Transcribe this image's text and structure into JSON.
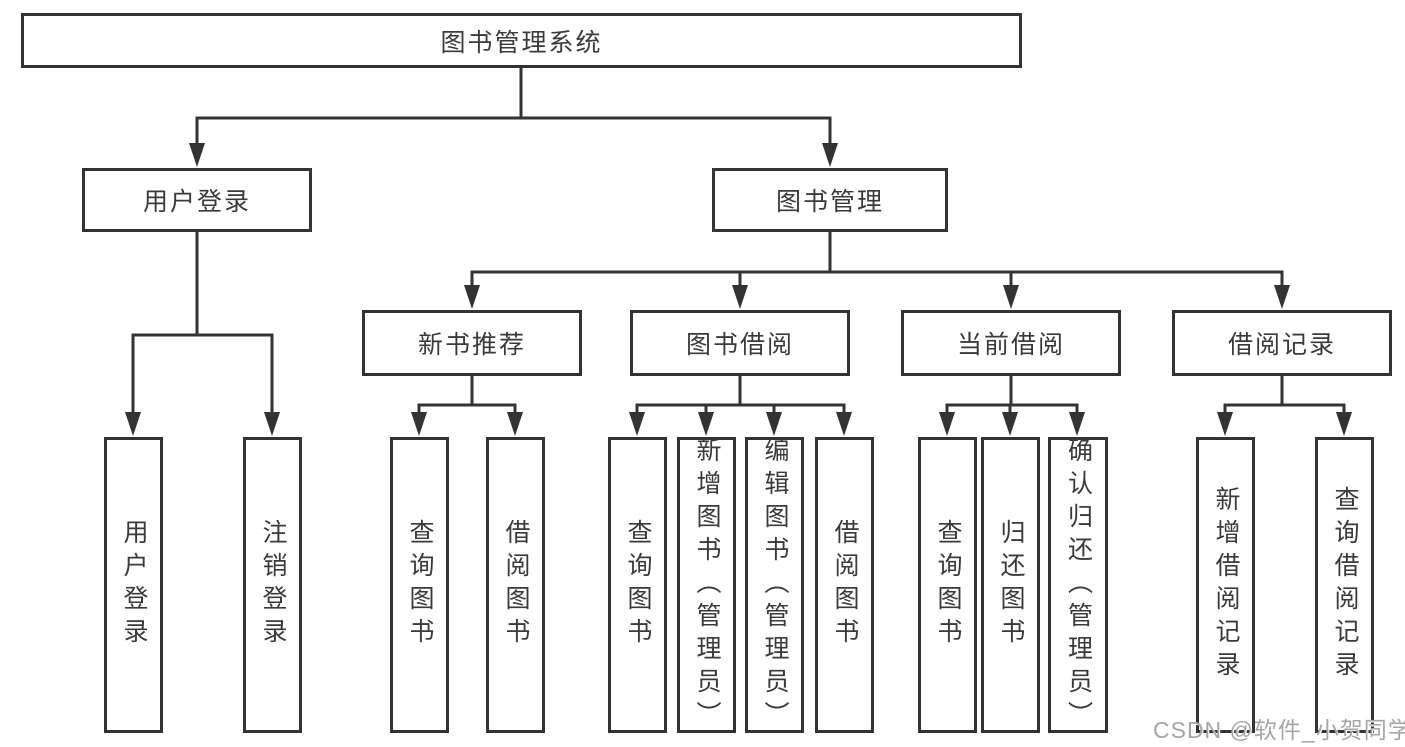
{
  "tree": {
    "root": {
      "label": "图书管理系统"
    },
    "branches": [
      {
        "label": "用户登录",
        "children": [
          {
            "label": "用户登录"
          },
          {
            "label": "注销登录"
          }
        ]
      },
      {
        "label": "图书管理",
        "children": [
          {
            "label": "新书推荐",
            "children": [
              {
                "label": "查询图书"
              },
              {
                "label": "借阅图书"
              }
            ]
          },
          {
            "label": "图书借阅",
            "children": [
              {
                "label": "查询图书"
              },
              {
                "label": "新增图书（管理员）"
              },
              {
                "label": "编辑图书（管理员）"
              },
              {
                "label": "借阅图书"
              }
            ]
          },
          {
            "label": "当前借阅",
            "children": [
              {
                "label": "查询图书"
              },
              {
                "label": "归还图书"
              },
              {
                "label": "确认归还（管理员）"
              }
            ]
          },
          {
            "label": "借阅记录",
            "children": [
              {
                "label": "新增借阅记录"
              },
              {
                "label": "查询借阅记录"
              }
            ]
          }
        ]
      }
    ]
  },
  "watermark": {
    "text": "CSDN @软件_小贺同学"
  },
  "colors": {
    "line": "#333333",
    "box_border": "#333333",
    "text": "#3a3a3a",
    "watermark": "#a6a6a6",
    "background": "#ffffff"
  }
}
